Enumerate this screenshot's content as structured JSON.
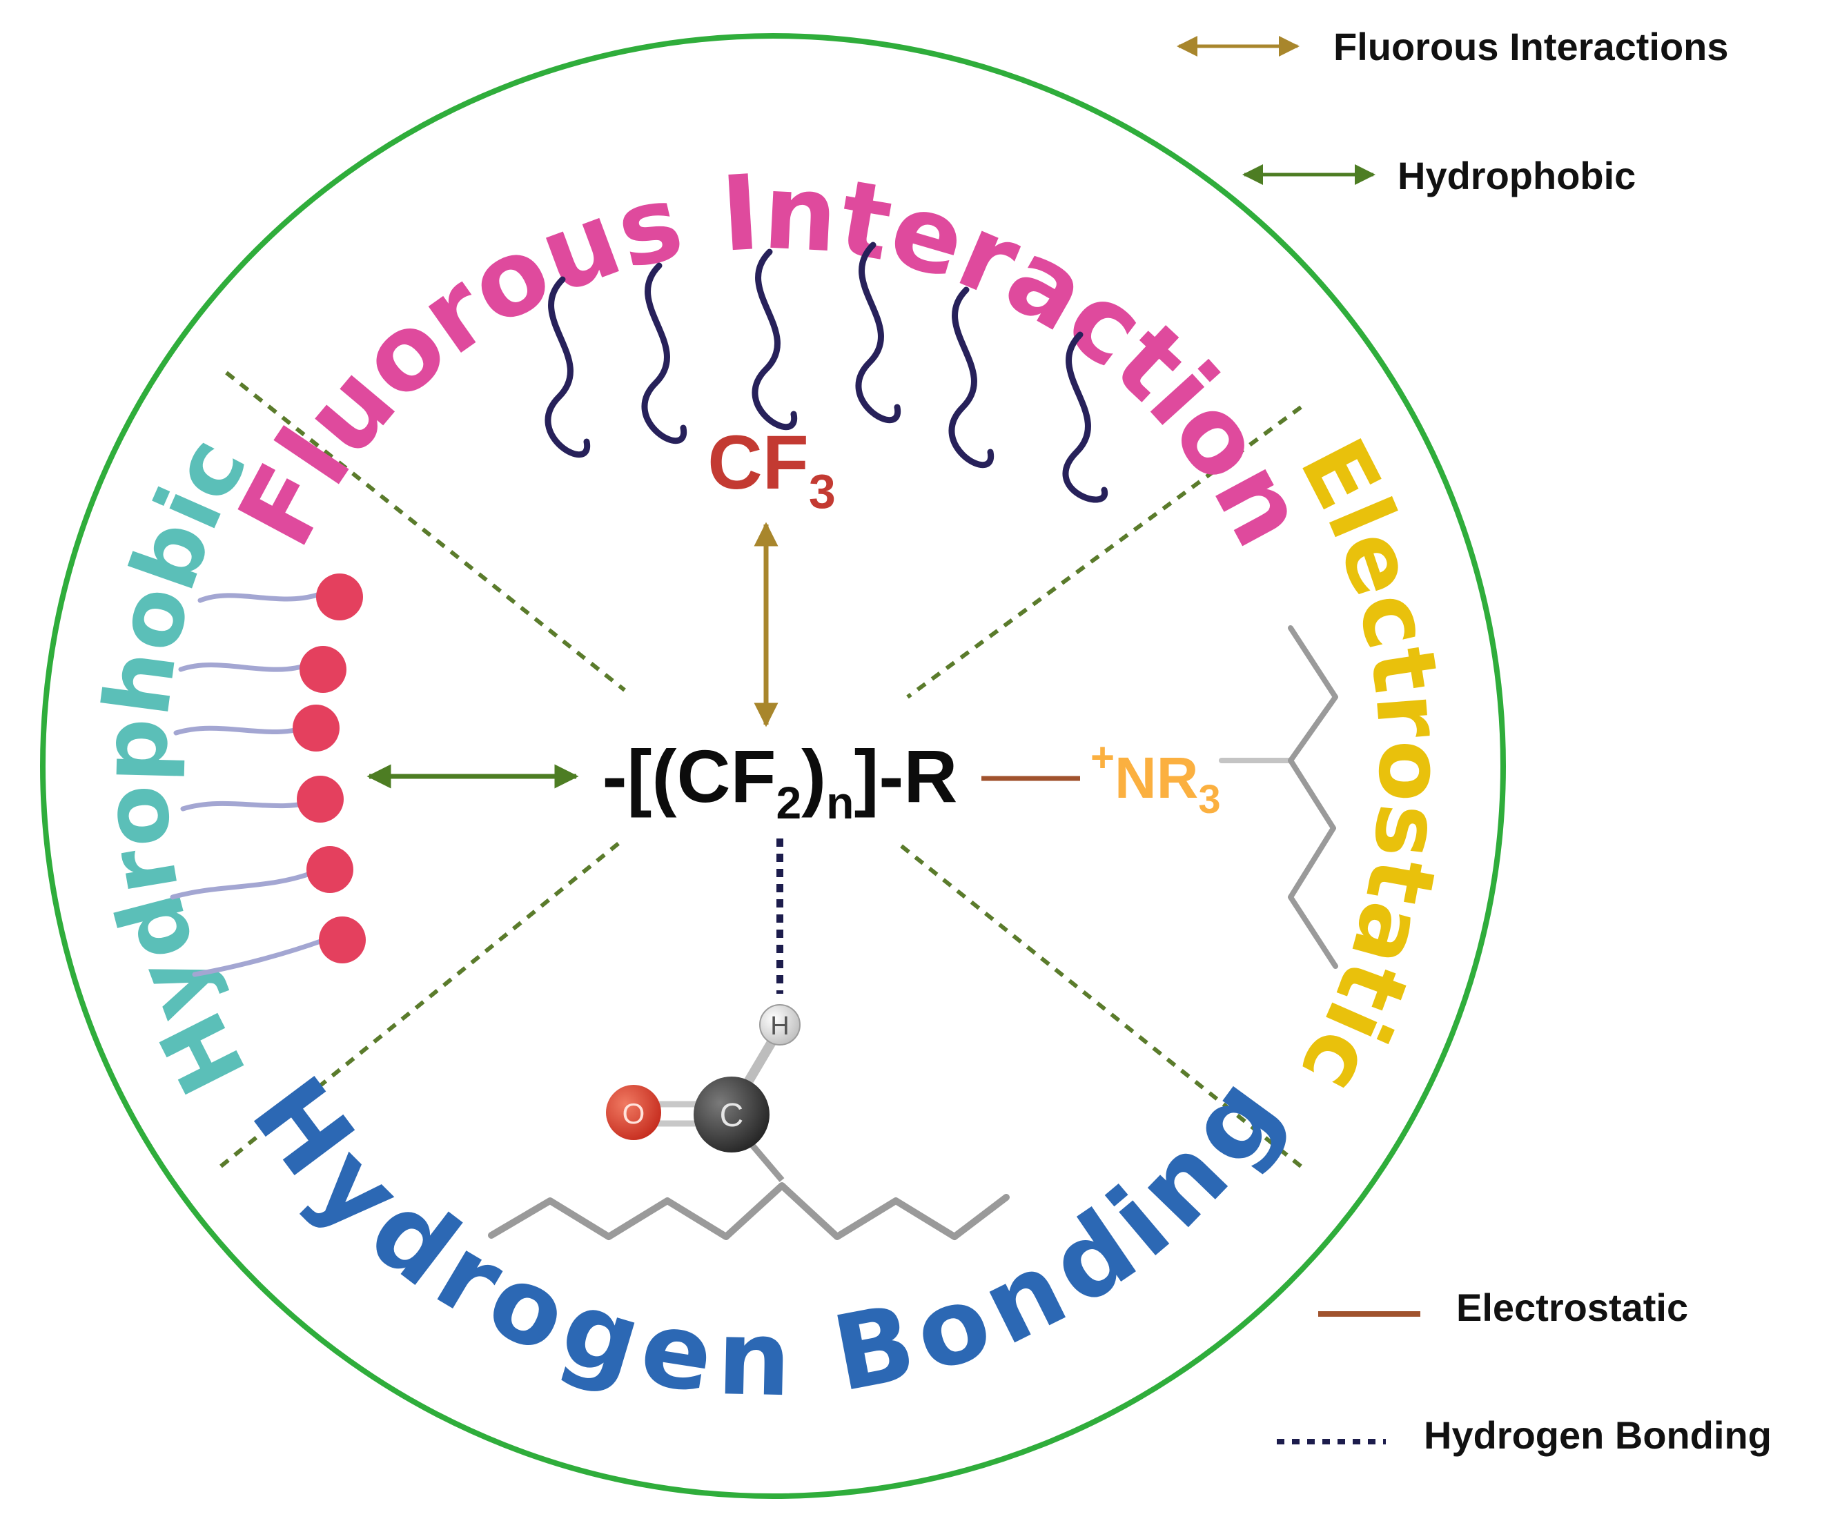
{
  "sections": {
    "top": {
      "title": "Fluorous Interaction",
      "color": "#df4a9d"
    },
    "left": {
      "title": "Hydrophobic",
      "color": "#5bbfb8"
    },
    "right": {
      "title": "Electrostatic",
      "color": "#e9c10c"
    },
    "bottom": {
      "title": "Hydrogen Bonding",
      "color": "#2c68b4"
    }
  },
  "center_formula": {
    "lead": "-[(CF",
    "sub1": "2",
    "mid": ")",
    "sub2": "n",
    "tail": "]-R"
  },
  "cf3": {
    "main": "CF",
    "sub": "3",
    "color": "#c33a32"
  },
  "nr3": {
    "sup": "+",
    "main": "NR",
    "sub": "3",
    "color": "#fbb040"
  },
  "atoms": {
    "hydrogen": "H",
    "carbon": "C",
    "oxygen": "O"
  },
  "legend": [
    {
      "label": "Fluorous Interactions",
      "style": "double-arrow",
      "color": "#a8862c"
    },
    {
      "label": "Hydrophobic",
      "style": "double-arrow",
      "color": "#4d7d23"
    },
    {
      "label": "Electrostatic",
      "style": "solid-line",
      "color": "#a0522d"
    },
    {
      "label": "Hydrogen Bonding",
      "style": "dotted-line",
      "color": "#1c1c4c"
    }
  ],
  "colors": {
    "circle": "#2fad3b",
    "dividers": "#5a7b2b",
    "waves": "#27215a",
    "tails": "#a3a6d2",
    "heads": "#e4405e",
    "chain": "#9a9a9a"
  }
}
